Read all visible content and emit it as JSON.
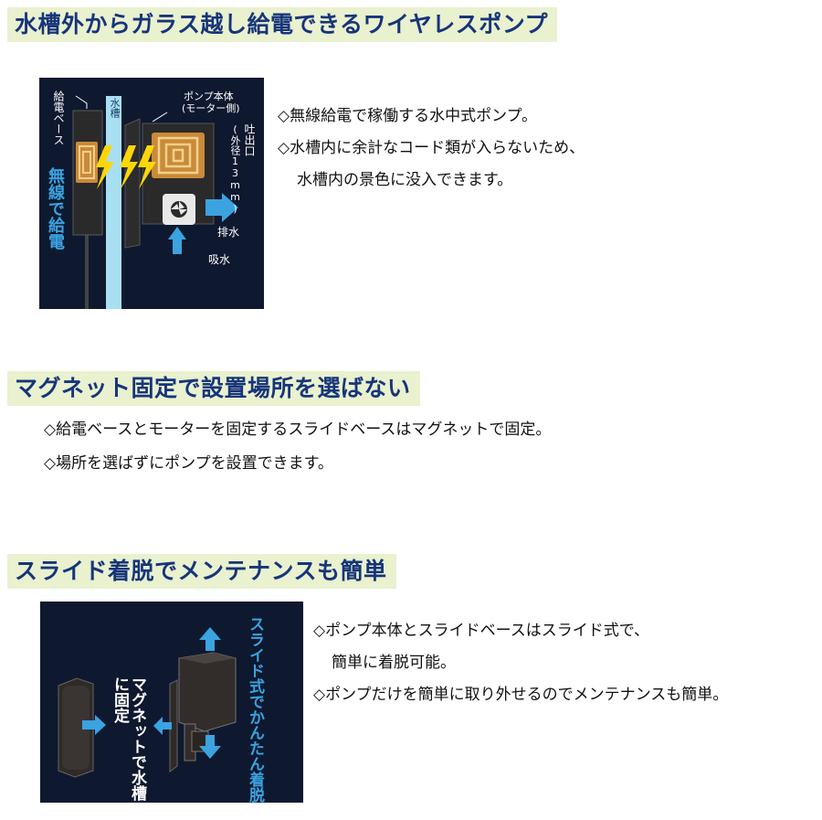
{
  "sections": [
    {
      "heading": "水槽外からガラス越し給電できるワイヤレスポンプ",
      "bullets": [
        "◇無線給電で稼働する水中式ポンプ。",
        "◇水槽内に余計なコード類が入らないため、",
        "水槽内の景色に没入できます。"
      ]
    },
    {
      "heading": "マグネット固定で設置場所を選ばない",
      "bullets": [
        "◇給電ベースとモーターを固定するスライドベースはマグネットで固定。",
        "◇場所を選ばずにポンプを設置できます。"
      ]
    },
    {
      "heading": "スライド着脱でメンテナンスも簡単",
      "bullets": [
        "◇ポンプ本体とスライドベースはスライド式で、",
        "簡単に着脱可能。",
        "◇ポンプだけを簡単に取り外せるのでメンテナンスも簡単。"
      ]
    }
  ],
  "diagram1": {
    "base_label": "給電ベース",
    "tank_label": "水槽",
    "wireless_label": "無線で給電",
    "pump_label": "ポンプ本体",
    "pump_sublabel": "(モーター側)",
    "outlet_label": "吐出口",
    "outlet_size": "(外径13mm)",
    "drain_label": "排水",
    "intake_label": "吸水"
  },
  "diagram2": {
    "magnet_label": "マグネットで水槽に固定",
    "slide_label": "スライド式でかんたん着脱"
  },
  "colors": {
    "heading_bg": "#e9f1cf",
    "heading_text": "#17357a",
    "panel_bg": "#0e1930",
    "accent_blue": "#3aa3e0",
    "bolt_yellow": "#ffd60a"
  }
}
